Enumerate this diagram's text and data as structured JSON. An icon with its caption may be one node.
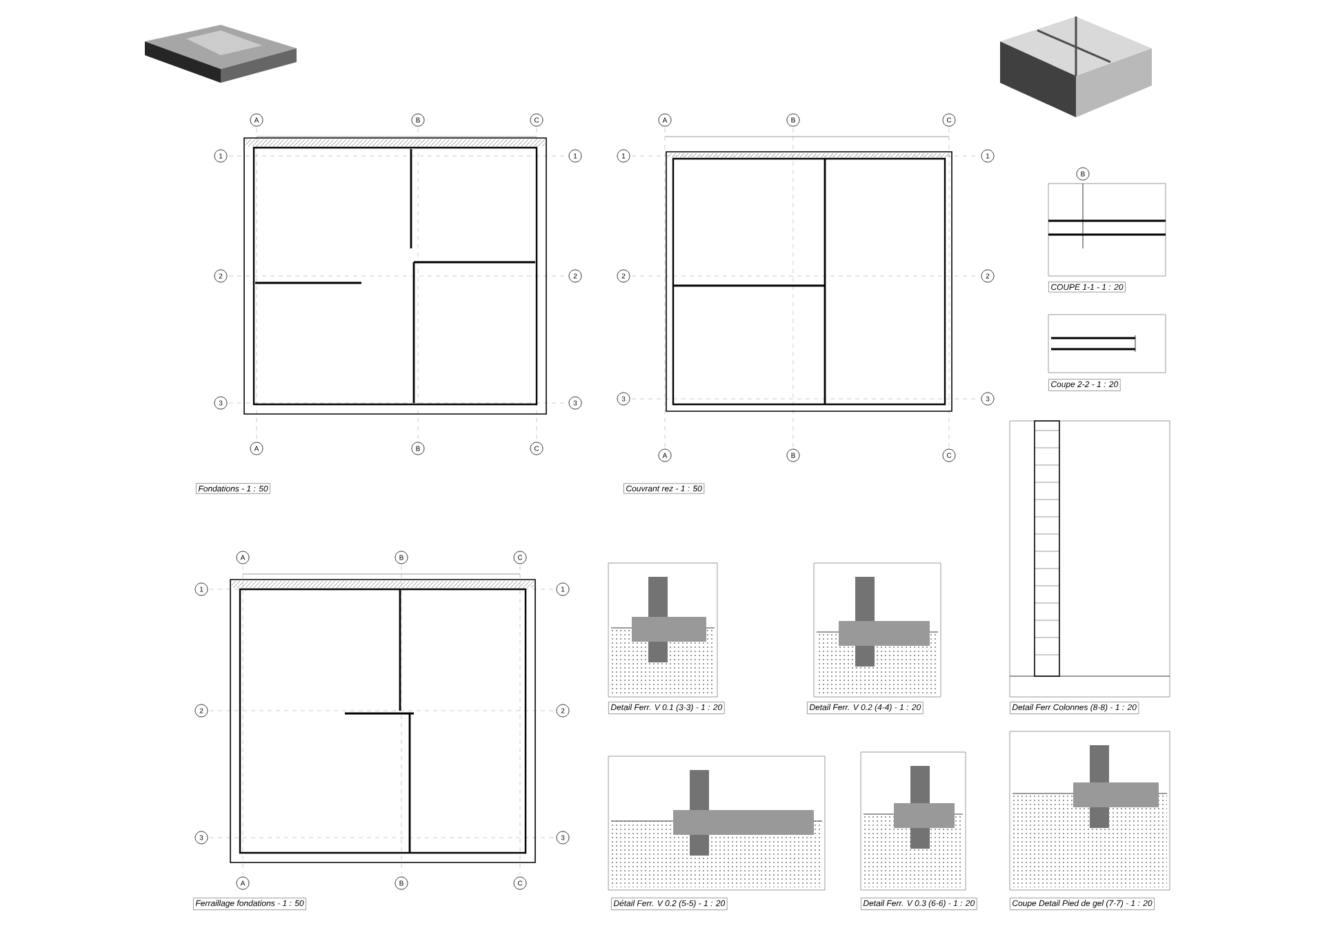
{
  "diagram": {
    "labels": [
      "Fondations - 1 : 50",
      "Couvrant rez - 1 : 50",
      "COUPE 1-1 - 1 : 20",
      "Coupe 2-2 - 1 : 20",
      "Detail Ferr. V 0.1 (3-3) - 1 : 20",
      "Detail Ferr. V 0.2 (4-4) - 1 : 20",
      "Detail Ferr Colonnes (8-8) - 1 : 20",
      "Ferraillage fondations - 1 : 50",
      "Détail Ferr. V 0.2 (5-5) - 1 : 20",
      "Detail Ferr. V 0.3 (6-6) - 1 : 20",
      "Coupe Detail Pied de gel (7-7) - 1 : 20",
      "A",
      "B",
      "C",
      "1",
      "2",
      "3",
      "1",
      "2",
      "3",
      "A",
      "B",
      "C",
      "A",
      "B",
      "C",
      "1",
      "2",
      "3",
      "1",
      "2",
      "3",
      "A",
      "B",
      "C",
      "A",
      "B",
      "C",
      "1",
      "2",
      "3",
      "1",
      "2",
      "3",
      "A",
      "B",
      "C",
      "B"
    ]
  }
}
